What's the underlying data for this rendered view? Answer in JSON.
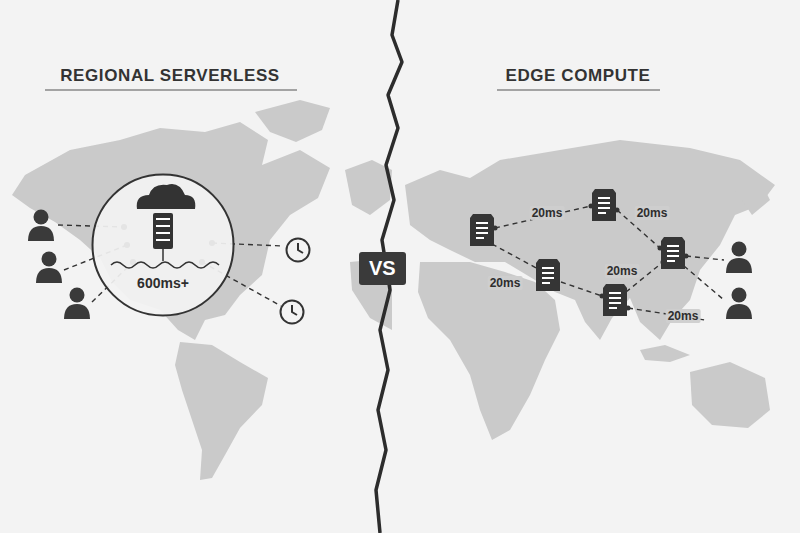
{
  "diagram": {
    "nodes": [
      {
        "text": [
          "600ms+"
        ]
      },
      {
        "text": [
          "VS"
        ]
      }
    ],
    "labels": [
      "REGIONAL SERVERLESS",
      "EDGE COMPUTE",
      "20ms",
      "20ms",
      "20ms",
      "20ms",
      "20ms"
    ]
  }
}
